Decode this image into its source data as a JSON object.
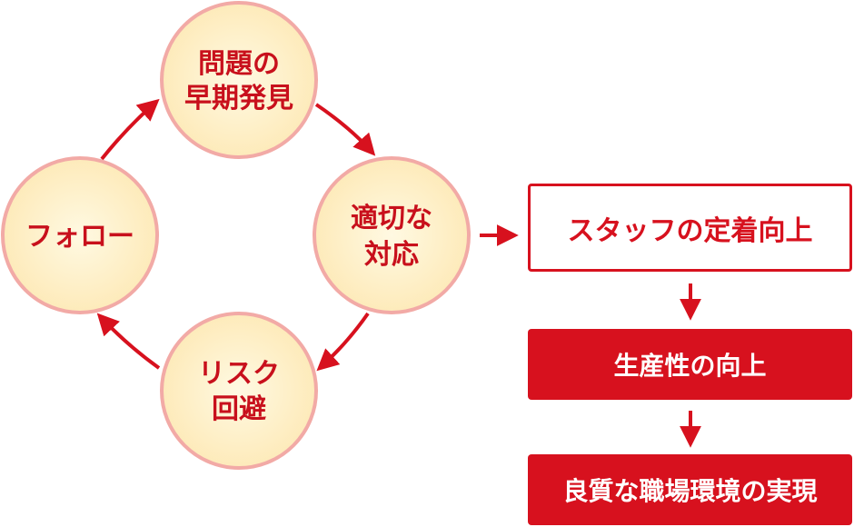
{
  "cycle": {
    "top": {
      "line1": "問題の",
      "line2": "早期発見"
    },
    "right": {
      "line1": "適切な",
      "line2": "対応"
    },
    "bottom": {
      "line1": "リスク",
      "line2": "回避"
    },
    "left": {
      "line1": "フォロー"
    }
  },
  "outcomes": [
    {
      "label": "スタッフの定着向上"
    },
    {
      "label": "生産性の向上"
    },
    {
      "label": "良質な職場環境の実現"
    }
  ],
  "colors": {
    "accent": "#d7111e",
    "circle_fill": "#fdf0c8",
    "circle_border": "#f2aaa6"
  }
}
